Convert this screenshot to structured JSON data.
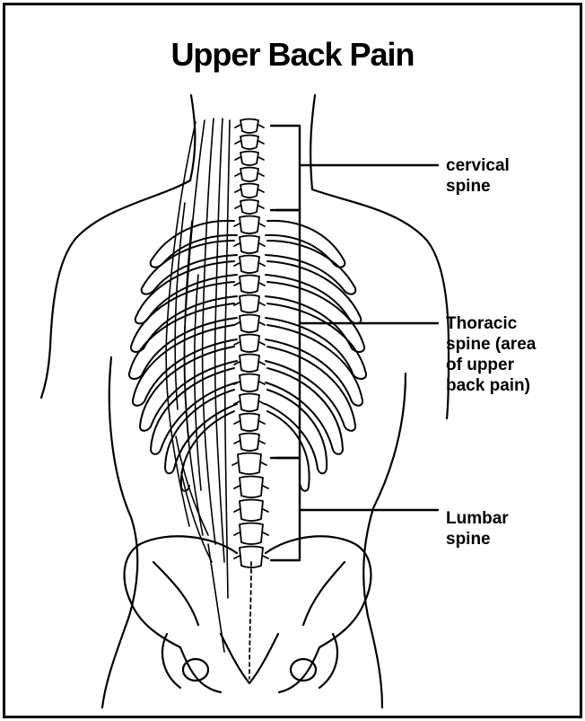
{
  "title": "Upper Back Pain",
  "labels": {
    "cervical": "cervical\nspine",
    "thoracic": "Thoracic\nspine (area\nof upper\nback pain)",
    "lumbar": "Lumbar\nspine"
  },
  "colors": {
    "line": "#000000",
    "background": "#ffffff"
  }
}
